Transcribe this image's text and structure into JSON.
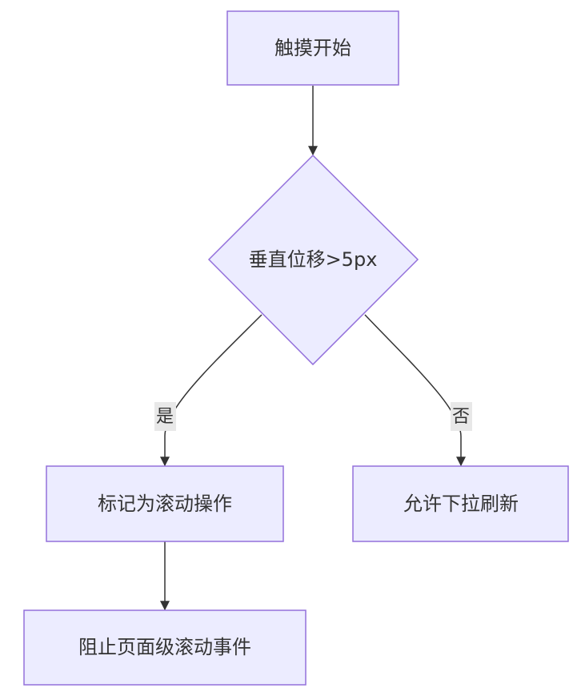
{
  "diagram": {
    "type": "flowchart",
    "colors": {
      "node_fill": "#ECECFF",
      "node_stroke": "#9370DB",
      "edge": "#333333",
      "label_bg": "#e8e8e8",
      "text": "#333333"
    },
    "nodes": {
      "touch_start": {
        "label": "触摸开始"
      },
      "vertical_check": {
        "label": "垂直位移>5px"
      },
      "mark_scroll": {
        "label": "标记为滚动操作"
      },
      "allow_refresh": {
        "label": "允许下拉刷新"
      },
      "block_scroll": {
        "label": "阻止页面级滚动事件"
      }
    },
    "edges": {
      "yes": {
        "label": "是"
      },
      "no": {
        "label": "否"
      }
    }
  }
}
